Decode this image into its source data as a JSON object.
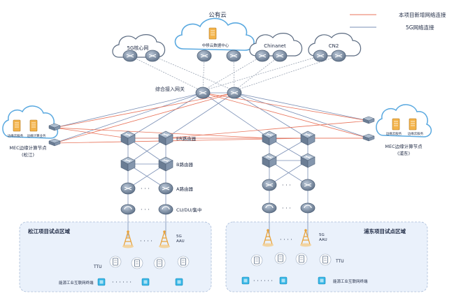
{
  "legend": {
    "new_link": "本项目新增网络连接",
    "g5_link": "5G网络连接",
    "new_link_color": "#e8735a",
    "g5_link_color": "#7a8fb5"
  },
  "clouds": {
    "public_cloud_title": "公有云",
    "public_cloud_node": "中移云数据中心",
    "core_5g": "5G核心网",
    "chinanet": "Chinanet",
    "cn2": "CN2"
  },
  "gateway_label": "综合接入网关",
  "mec_left": {
    "server1": "边缘云服务",
    "server2": "边缘计算业务",
    "caption_line1": "MEC边缘计算节点",
    "caption_line2": "(松江)"
  },
  "mec_right": {
    "server1": "边缘云服务",
    "server2": "边缘云服务",
    "caption_line1": "MEC边缘计算节点",
    "caption_line2": "(浦东)"
  },
  "layers": {
    "er": "ER路由器",
    "b": "B路由器",
    "a": "A路由器",
    "cu": "CU/DU/集中"
  },
  "zones": {
    "left_title": "松江项目试点区域",
    "right_title": "浦东项目试点区域",
    "aau_left": "5G\nAAU",
    "aau_right": "5G\nAAU",
    "ttu_left": "TTU",
    "ttu_right": "TTU",
    "iot_left": "能源工业互联网终端",
    "iot_right": "能源工业互联网终端"
  },
  "colors": {
    "zone_fill": "#eaf1fb",
    "zone_stroke": "#a9bcd8",
    "cloud_stroke": "#5aa9e0",
    "device": "#6d7f96"
  }
}
